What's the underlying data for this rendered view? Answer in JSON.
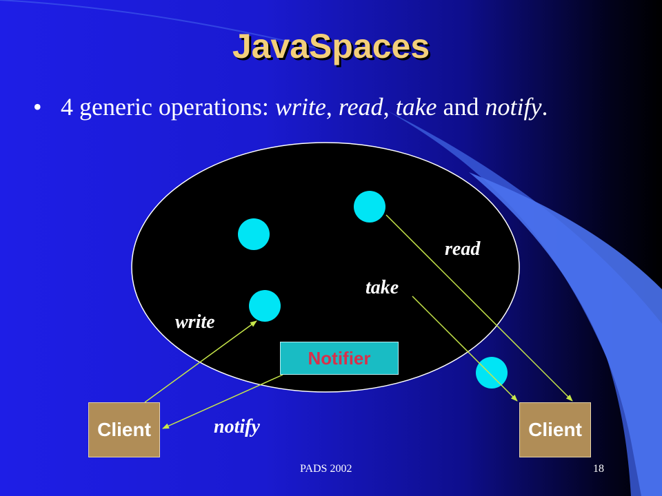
{
  "slide": {
    "title": "JavaSpaces",
    "bullet": {
      "prefix": "4 generic operations: ",
      "op1": "write",
      "sep1": ", ",
      "op2": "read",
      "sep2": ", ",
      "op3": "take",
      "mid": " and ",
      "op4": "notify",
      "suffix": "."
    }
  },
  "diagram": {
    "labels": {
      "read": "read",
      "take": "take",
      "write": "write",
      "notify": "notify"
    },
    "notifier": "Notifier",
    "client_left": "Client",
    "client_right": "Client",
    "colors": {
      "space": "#000000",
      "entry": "#00e5f5",
      "arrow": "#c8e84a",
      "client": "#b08d57",
      "notifier_bg": "#19bcc4",
      "notifier_text": "#d8304a",
      "title": "#f3cf7a"
    }
  },
  "footer": {
    "left": "PADS 2002",
    "page_number": "18"
  }
}
